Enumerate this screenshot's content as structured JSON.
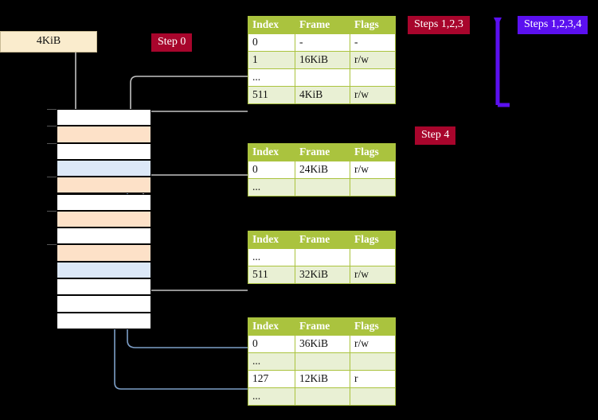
{
  "labels": {
    "mem_size": "4KiB",
    "step0": "Step 0",
    "steps123": "Steps 1,2,3",
    "steps1234": "Steps 1,2,3,4",
    "step4": "Step 4"
  },
  "colors": {
    "tag_red": "#a8052c",
    "tag_blue": "#5b10f0",
    "table_header_green": "#aac33e",
    "table_alt_row": "#e9f0d4",
    "highlight_yellow": "#fbf59a",
    "mem_orange": "#fde1c8",
    "mem_blue": "#dce8f7",
    "mem_box": "#faeccd",
    "wire_gray": "#b8b8b8",
    "wire_blue": "#7d9fc7"
  },
  "tables": [
    {
      "name": "pml4-table",
      "headers": [
        "Index",
        "Frame",
        "Flags"
      ],
      "rows": [
        {
          "index": "0",
          "frame": "-",
          "flags": "-",
          "alt": false,
          "highlight": false
        },
        {
          "index": "1",
          "frame": "16KiB",
          "flags": "r/w",
          "alt": true,
          "highlight": false
        },
        {
          "index": "...",
          "frame": "",
          "flags": "",
          "alt": false,
          "highlight": false
        },
        {
          "index": "511",
          "frame": "4KiB",
          "flags": "r/w",
          "alt": true,
          "highlight": true
        }
      ]
    },
    {
      "name": "pdp-table",
      "headers": [
        "Index",
        "Frame",
        "Flags"
      ],
      "rows": [
        {
          "index": "0",
          "frame": "24KiB",
          "flags": "r/w",
          "alt": false,
          "highlight": false
        },
        {
          "index": "...",
          "frame": "",
          "flags": "",
          "alt": true,
          "highlight": false
        }
      ]
    },
    {
      "name": "pd-table",
      "headers": [
        "Index",
        "Frame",
        "Flags"
      ],
      "rows": [
        {
          "index": "...",
          "frame": "",
          "flags": "",
          "alt": false,
          "highlight": false
        },
        {
          "index": "511",
          "frame": "32KiB",
          "flags": "r/w",
          "alt": true,
          "highlight": false
        }
      ]
    },
    {
      "name": "pt-table",
      "headers": [
        "Index",
        "Frame",
        "Flags"
      ],
      "rows": [
        {
          "index": "0",
          "frame": "36KiB",
          "flags": "r/w",
          "alt": false,
          "highlight": false
        },
        {
          "index": "...",
          "frame": "",
          "flags": "",
          "alt": true,
          "highlight": false
        },
        {
          "index": "127",
          "frame": "12KiB",
          "flags": "r",
          "alt": false,
          "highlight": false
        },
        {
          "index": "...",
          "frame": "",
          "flags": "",
          "alt": true,
          "highlight": false
        }
      ]
    }
  ],
  "memory_column": {
    "rows": [
      {
        "fill": "white",
        "tick": true
      },
      {
        "fill": "orange",
        "tick": true
      },
      {
        "fill": "white",
        "tick": true
      },
      {
        "fill": "blue",
        "tick": false
      },
      {
        "fill": "orange",
        "tick": true
      },
      {
        "fill": "white",
        "tick": false
      },
      {
        "fill": "orange",
        "tick": true
      },
      {
        "fill": "white",
        "tick": false
      },
      {
        "fill": "orange",
        "tick": true
      },
      {
        "fill": "blue",
        "tick": false
      },
      {
        "fill": "white",
        "tick": false
      },
      {
        "fill": "white",
        "tick": false
      },
      {
        "fill": "white",
        "tick": false
      }
    ]
  }
}
